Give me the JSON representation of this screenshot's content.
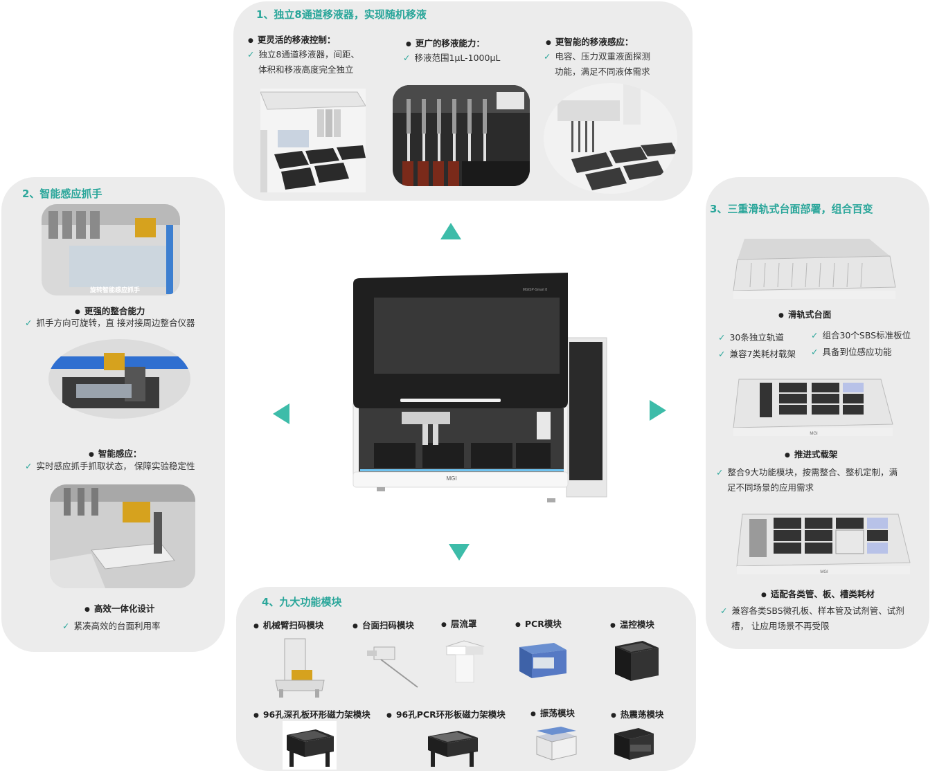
{
  "panel1": {
    "title": "1、独立8通道移液器，实现随机移液",
    "col1": {
      "heading": "更灵活的移液控制：",
      "line1": "独立8通道移液器，间距、",
      "line2": "体积和移液高度完全独立"
    },
    "col2": {
      "heading": "更广的移液能力：",
      "line1": "移液范围1µL-1000µL"
    },
    "col3": {
      "heading": "更智能的移液感应：",
      "line1": "电容、压力双重液面探测",
      "line2": "功能，满足不同液体需求"
    }
  },
  "panel2": {
    "title": "2、智能感应抓手",
    "img1_caption": "旋转智能感应抓手",
    "item1": {
      "heading": "更强的整合能力",
      "line1": "抓手方向可旋转，直 接对接周边整合仪器"
    },
    "item2": {
      "heading": "智能感应：",
      "line1": "实时感应抓手抓取状态，  保障实验稳定性"
    },
    "item3": {
      "heading": "高效一体化设计",
      "line1": "紧凑高效的台面利用率"
    }
  },
  "panel3": {
    "title": "3、三重滑轨式台面部署，组合百变",
    "deck1": {
      "heading": "滑轨式台面",
      "c1": "30条独立轨道",
      "c2": "组合30个SBS标准板位",
      "c3": "兼容7类耗材载架",
      "c4": "具备到位感应功能"
    },
    "deck2": {
      "heading": "推进式载架",
      "line1": "整合9大功能模块，按需整合、整机定制，满",
      "line2": "足不同场景的应用需求"
    },
    "deck3": {
      "heading": "适配各类管、板、槽类耗材",
      "line1": "兼容各类SBS微孔板、样本管及试剂管、试剂",
      "line2": "槽，  让应用场景不再受限"
    },
    "brand": "MGI"
  },
  "panel4": {
    "title": "4、九大功能模块",
    "row1": [
      "机械臂扫码模块",
      "台面扫码模块",
      "层流罩",
      "PCR模块",
      "温控模块"
    ],
    "row2": [
      "96孔深孔板环形磁力架模块",
      "96孔PCR环形板磁力架模块",
      "振荡模块",
      "热震荡模块"
    ]
  },
  "instrument": {
    "model": "MGISP-Smart 8",
    "brand": "MGI"
  },
  "colors": {
    "accent": "#2aa69a",
    "panel": "#ececec"
  }
}
